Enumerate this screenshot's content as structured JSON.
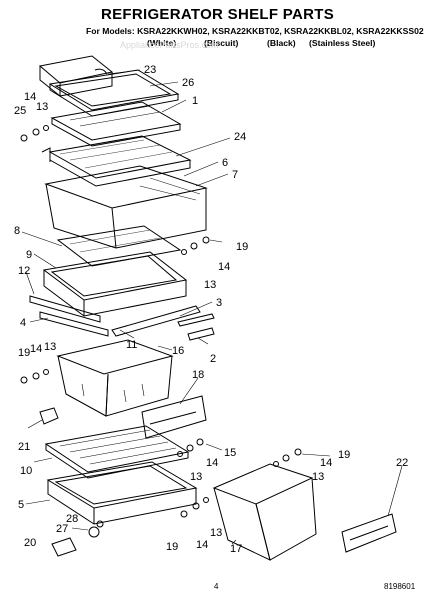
{
  "header": {
    "title": "REFRIGERATOR SHELF PARTS",
    "models": "For Models: KSRA22KKWH02, KSRA22KKBT02, KSRA22KKBL02, KSRA22KKSS02",
    "colors": [
      "(White)",
      "(Biscuit)",
      "(Black)",
      "(Stainless Steel)"
    ]
  },
  "watermark": "AppliancePartsPros.com",
  "callouts": [
    "23",
    "26",
    "1",
    "25",
    "14",
    "13",
    "24",
    "6",
    "7",
    "8",
    "9",
    "19",
    "14",
    "13",
    "12",
    "3",
    "4",
    "11",
    "16",
    "2",
    "19",
    "14",
    "13",
    "18",
    "21",
    "10",
    "15",
    "14",
    "13",
    "19",
    "14",
    "13",
    "22",
    "5",
    "28",
    "27",
    "20",
    "19",
    "14",
    "13",
    "17"
  ],
  "footer": {
    "page": "4",
    "doc_number": "8198601"
  }
}
